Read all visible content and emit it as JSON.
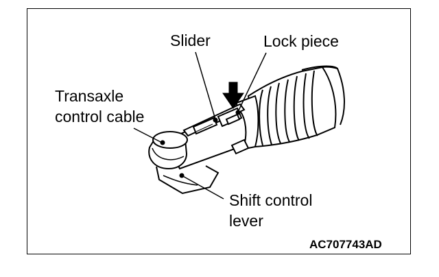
{
  "labels": {
    "slider": "Slider",
    "lock_piece": "Lock piece",
    "cable_line1": "Transaxle",
    "cable_line2": "control cable",
    "lever_line1": "Shift control",
    "lever_line2": "lever"
  },
  "figure_code": "AC707743AD"
}
